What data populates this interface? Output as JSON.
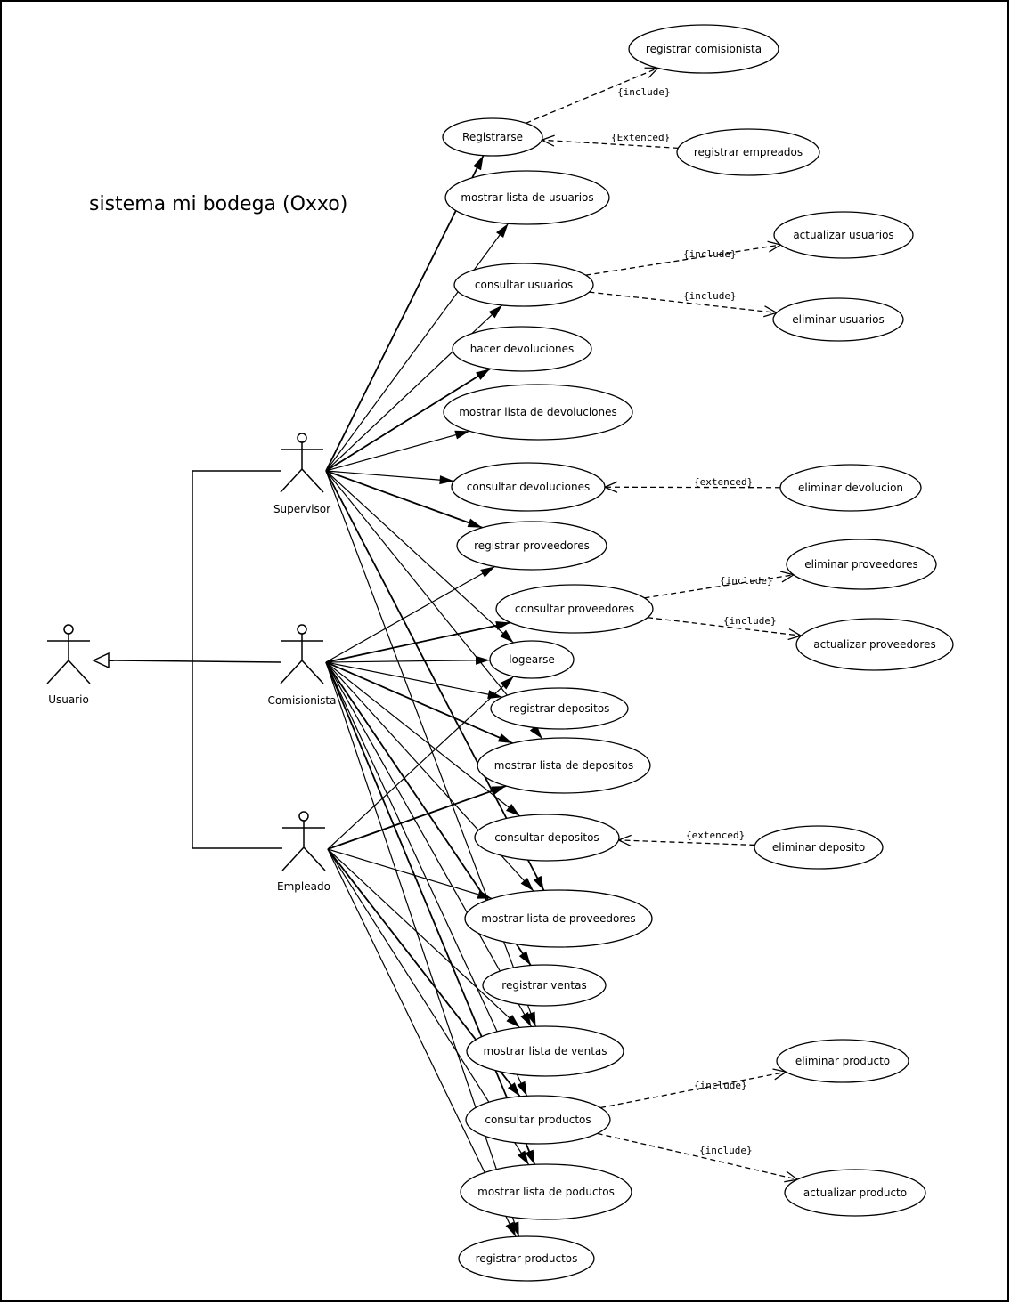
{
  "title": "sistema mi bodega (Oxxo)",
  "actors": [
    {
      "id": "usuario",
      "label": "Usuario"
    },
    {
      "id": "supervisor",
      "label": "Supervisor"
    },
    {
      "id": "comisionista",
      "label": "Comisionista"
    },
    {
      "id": "empleado",
      "label": "Empleado"
    }
  ],
  "use_cases": [
    {
      "id": "registrar_comisionista",
      "label": "registrar comisionista"
    },
    {
      "id": "registrarse",
      "label": "Registrarse"
    },
    {
      "id": "registrar_empreados",
      "label": "registrar empreados"
    },
    {
      "id": "mostrar_lista_usuarios",
      "label": "mostrar lista de usuarios"
    },
    {
      "id": "actualizar_usuarios",
      "label": "actualizar usuarios"
    },
    {
      "id": "consultar_usuarios",
      "label": "consultar usuarios"
    },
    {
      "id": "eliminar_usuarios",
      "label": "eliminar usuarios"
    },
    {
      "id": "hacer_devoluciones",
      "label": "hacer devoluciones"
    },
    {
      "id": "mostrar_lista_devoluciones",
      "label": "mostrar lista de devoluciones"
    },
    {
      "id": "consultar_devoluciones",
      "label": "consultar devoluciones"
    },
    {
      "id": "eliminar_devolucion",
      "label": "eliminar devolucion"
    },
    {
      "id": "registrar_proveedores",
      "label": "registrar proveedores"
    },
    {
      "id": "eliminar_proveedores",
      "label": "eliminar proveedores"
    },
    {
      "id": "consultar_proveedores",
      "label": "consultar proveedores"
    },
    {
      "id": "actualizar_proveedores",
      "label": "actualizar proveedores"
    },
    {
      "id": "logearse",
      "label": "logearse"
    },
    {
      "id": "registrar_depositos",
      "label": "registrar depositos"
    },
    {
      "id": "mostrar_lista_depositos",
      "label": "mostrar lista de depositos"
    },
    {
      "id": "consultar_depositos",
      "label": "consultar depositos"
    },
    {
      "id": "eliminar_deposito",
      "label": "eliminar deposito"
    },
    {
      "id": "mostrar_lista_proveedores",
      "label": "mostrar lista de proveedores"
    },
    {
      "id": "registrar_ventas",
      "label": "registrar ventas"
    },
    {
      "id": "mostrar_lista_ventas",
      "label": "mostrar lista de ventas"
    },
    {
      "id": "eliminar_producto",
      "label": "eliminar producto"
    },
    {
      "id": "consultar_productos",
      "label": "consultar productos"
    },
    {
      "id": "mostrar_lista_poductos",
      "label": "mostrar lista de poductos"
    },
    {
      "id": "actualizar_producto",
      "label": "actualizar producto"
    },
    {
      "id": "registrar_productos",
      "label": "registrar productos"
    }
  ],
  "generalizations": [
    {
      "child": "supervisor",
      "parent": "usuario"
    },
    {
      "child": "comisionista",
      "parent": "usuario"
    },
    {
      "child": "empleado",
      "parent": "usuario"
    }
  ],
  "associations": [
    {
      "actor": "supervisor",
      "use_case": "registrarse"
    },
    {
      "actor": "supervisor",
      "use_case": "mostrar_lista_usuarios"
    },
    {
      "actor": "supervisor",
      "use_case": "consultar_usuarios"
    },
    {
      "actor": "supervisor",
      "use_case": "hacer_devoluciones"
    },
    {
      "actor": "supervisor",
      "use_case": "mostrar_lista_devoluciones"
    },
    {
      "actor": "supervisor",
      "use_case": "consultar_devoluciones"
    },
    {
      "actor": "supervisor",
      "use_case": "registrar_proveedores"
    },
    {
      "actor": "supervisor",
      "use_case": "logearse"
    },
    {
      "actor": "supervisor",
      "use_case": "mostrar_lista_depositos"
    },
    {
      "actor": "supervisor",
      "use_case": "mostrar_lista_proveedores"
    },
    {
      "actor": "supervisor",
      "use_case": "mostrar_lista_ventas"
    },
    {
      "actor": "comisionista",
      "use_case": "registrar_proveedores"
    },
    {
      "actor": "comisionista",
      "use_case": "consultar_proveedores"
    },
    {
      "actor": "comisionista",
      "use_case": "logearse"
    },
    {
      "actor": "comisionista",
      "use_case": "registrar_depositos"
    },
    {
      "actor": "comisionista",
      "use_case": "mostrar_lista_depositos"
    },
    {
      "actor": "comisionista",
      "use_case": "consultar_depositos"
    },
    {
      "actor": "comisionista",
      "use_case": "mostrar_lista_proveedores"
    },
    {
      "actor": "comisionista",
      "use_case": "registrar_ventas"
    },
    {
      "actor": "comisionista",
      "use_case": "mostrar_lista_ventas"
    },
    {
      "actor": "comisionista",
      "use_case": "consultar_productos"
    },
    {
      "actor": "comisionista",
      "use_case": "mostrar_lista_poductos"
    },
    {
      "actor": "comisionista",
      "use_case": "registrar_productos"
    },
    {
      "actor": "empleado",
      "use_case": "logearse"
    },
    {
      "actor": "empleado",
      "use_case": "mostrar_lista_depositos"
    },
    {
      "actor": "empleado",
      "use_case": "mostrar_lista_proveedores"
    },
    {
      "actor": "empleado",
      "use_case": "mostrar_lista_ventas"
    },
    {
      "actor": "empleado",
      "use_case": "consultar_productos"
    },
    {
      "actor": "empleado",
      "use_case": "mostrar_lista_poductos"
    },
    {
      "actor": "empleado",
      "use_case": "registrar_productos"
    }
  ],
  "dependencies": [
    {
      "from": "registrarse",
      "to": "registrar_comisionista",
      "label": "{include}"
    },
    {
      "from": "registrar_empreados",
      "to": "registrarse",
      "label": "{Extenced}"
    },
    {
      "from": "consultar_usuarios",
      "to": "actualizar_usuarios",
      "label": "{include}"
    },
    {
      "from": "consultar_usuarios",
      "to": "eliminar_usuarios",
      "label": "{include}"
    },
    {
      "from": "eliminar_devolucion",
      "to": "consultar_devoluciones",
      "label": "{extenced}"
    },
    {
      "from": "consultar_proveedores",
      "to": "eliminar_proveedores",
      "label": "{include}"
    },
    {
      "from": "consultar_proveedores",
      "to": "actualizar_proveedores",
      "label": "{include}"
    },
    {
      "from": "eliminar_deposito",
      "to": "consultar_depositos",
      "label": "{extenced}"
    },
    {
      "from": "consultar_productos",
      "to": "eliminar_producto",
      "label": "{include}"
    },
    {
      "from": "consultar_productos",
      "to": "actualizar_producto",
      "label": "{include}"
    }
  ]
}
